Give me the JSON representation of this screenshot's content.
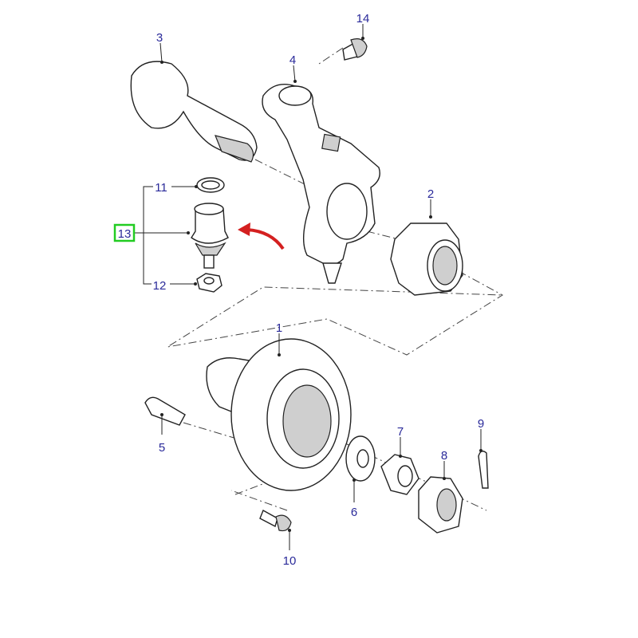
{
  "diagram": {
    "callouts": [
      {
        "id": "1",
        "label": "1"
      },
      {
        "id": "2",
        "label": "2"
      },
      {
        "id": "3",
        "label": "3"
      },
      {
        "id": "4",
        "label": "4"
      },
      {
        "id": "5",
        "label": "5"
      },
      {
        "id": "6",
        "label": "6"
      },
      {
        "id": "7",
        "label": "7"
      },
      {
        "id": "8",
        "label": "8"
      },
      {
        "id": "9",
        "label": "9"
      },
      {
        "id": "10",
        "label": "10"
      },
      {
        "id": "11",
        "label": "11"
      },
      {
        "id": "12",
        "label": "12"
      },
      {
        "id": "13",
        "label": "13",
        "highlighted": true
      },
      {
        "id": "14",
        "label": "14"
      }
    ],
    "colors": {
      "label": "#2a2a9a",
      "highlight": "#22cc22",
      "arrow": "#d42020"
    }
  }
}
